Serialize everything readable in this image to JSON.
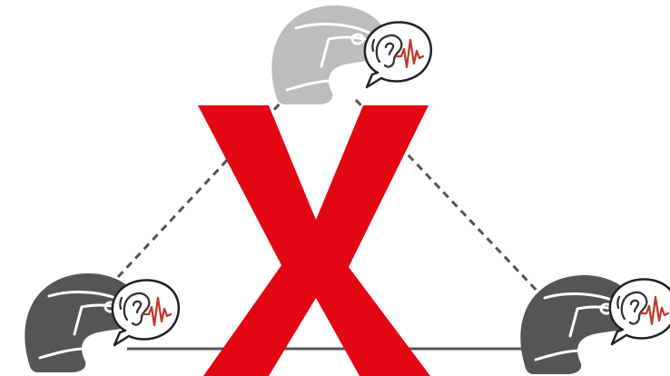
{
  "diagram": {
    "nodes": [
      {
        "id": "top",
        "state": "inactive",
        "helmet_color": "#bdbdbd",
        "icon": "ear-audio-icon"
      },
      {
        "id": "left",
        "state": "active",
        "helmet_color": "#555555",
        "icon": "ear-audio-icon"
      },
      {
        "id": "right",
        "state": "active",
        "helmet_color": "#555555",
        "icon": "ear-audio-icon"
      }
    ],
    "links": [
      {
        "from": "left",
        "to": "top",
        "style": "dashed"
      },
      {
        "from": "top",
        "to": "right",
        "style": "dashed"
      },
      {
        "from": "left",
        "to": "right",
        "style": "solid"
      }
    ],
    "cross_mark": {
      "icon": "cross-icon",
      "color": "#e30613"
    },
    "colors": {
      "link": "#555555",
      "ear": "#333333",
      "wave": "#c0392b",
      "bubble_stroke": "#222222"
    }
  }
}
